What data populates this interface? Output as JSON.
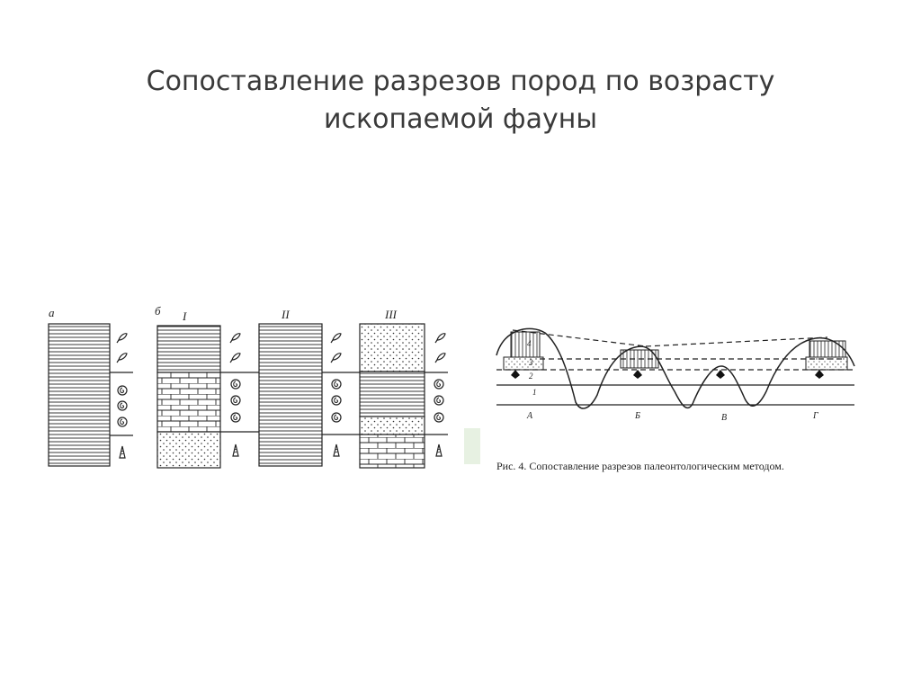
{
  "title": {
    "line1": "Сопоставление разрезов пород по возрасту",
    "line2": "ископаемой фауны"
  },
  "figure_left": {
    "label_a": "а",
    "label_b": "б",
    "column_labels": [
      "I",
      "II",
      "III"
    ]
  },
  "figure_right": {
    "caption": "Рис. 4. Сопоставление разрезов палеонтологическим методом.",
    "layer_numbers": [
      "1",
      "2",
      "3",
      "4"
    ],
    "section_labels": [
      "А",
      "Б",
      "В",
      "Г"
    ]
  },
  "colors": {
    "title": "#3a3a3a",
    "ink": "#1a1a1a",
    "accent_bg": "#e7f1e2"
  }
}
